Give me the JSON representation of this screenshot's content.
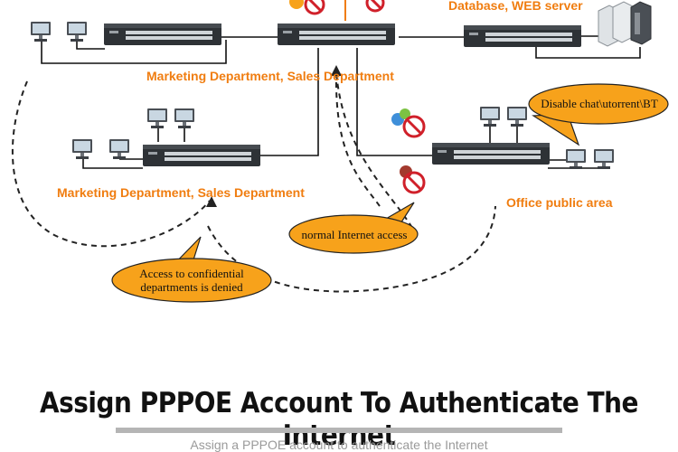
{
  "diagram": {
    "labels": {
      "server_area": "Database, WEB server",
      "dept_top": "Marketing Department, Sales Department",
      "dept_left": "Marketing Department, Sales Department",
      "office_area": "Office public area"
    },
    "callouts": {
      "disable_apps": "Disable chat\\utorrent\\BT",
      "normal_access": "normal Internet access",
      "denied_line1": "Access to confidential",
      "denied_line2": "departments is denied"
    },
    "colors": {
      "orange_text": "#f07d10",
      "callout_fill": "#f7a21b",
      "switch_body": "#2e3236",
      "dashed_line": "#222222"
    },
    "icons": [
      "switch-icon",
      "monitor-icon",
      "server-icon",
      "chat-blocked-icon",
      "torrent-blocked-icon"
    ]
  },
  "headline": "Assign PPPOE Account To Authenticate The Internet",
  "subline": "Assign a PPPOE account to authenticate the Internet"
}
